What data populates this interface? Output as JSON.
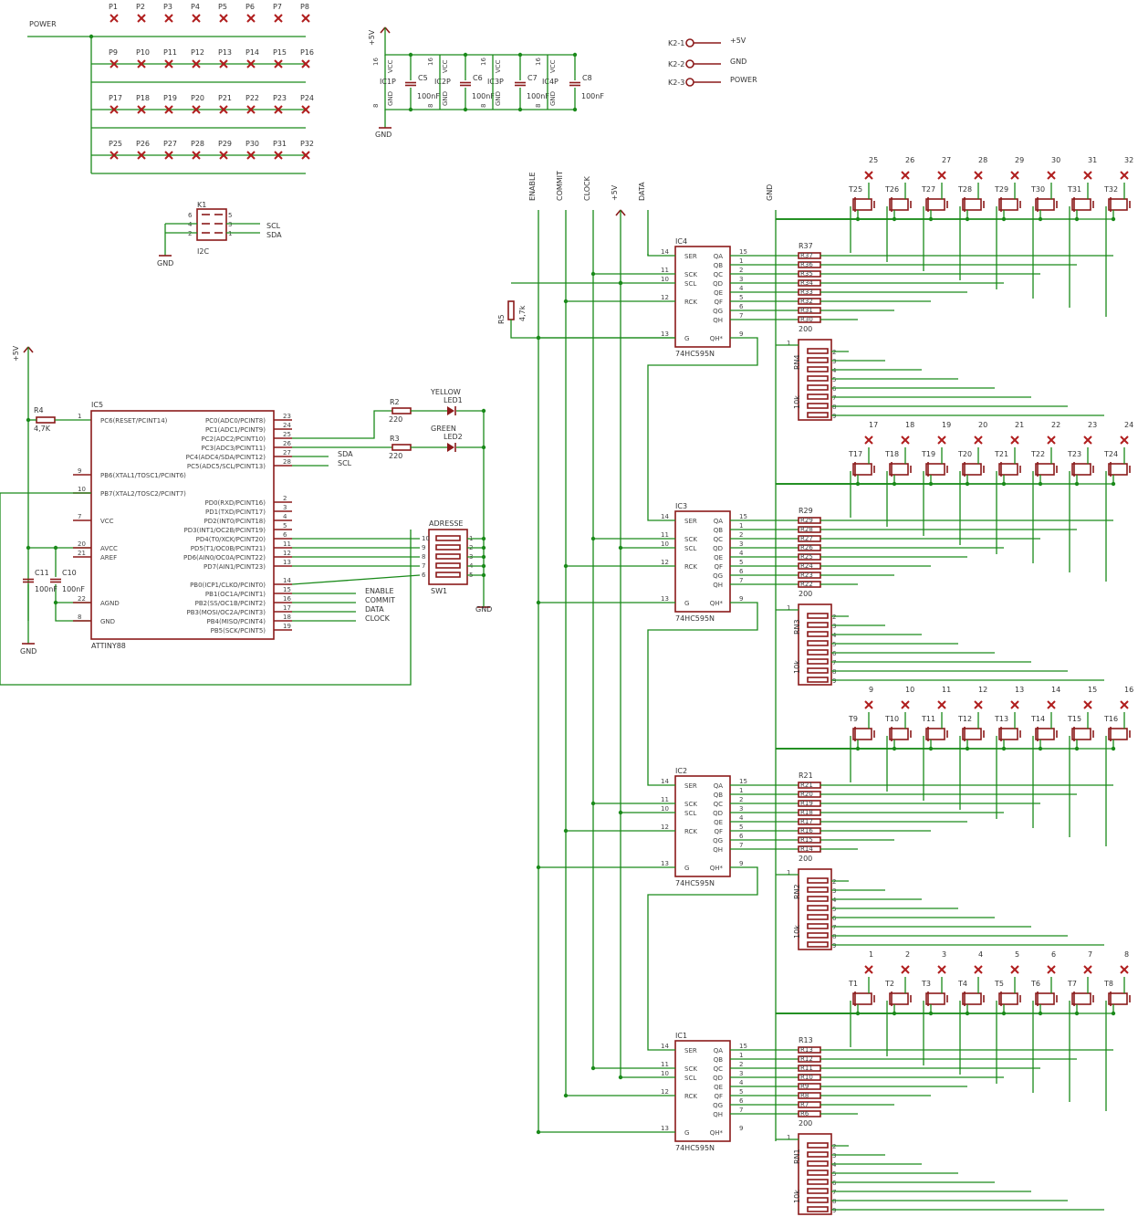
{
  "colors": {
    "wire": "#1a8a1a",
    "part": "#8b1a1a",
    "text": "#333333",
    "background": "#ffffff"
  },
  "power_net": {
    "label": "POWER"
  },
  "pads": [
    "P1",
    "P2",
    "P3",
    "P4",
    "P5",
    "P6",
    "P7",
    "P8",
    "P9",
    "P10",
    "P11",
    "P12",
    "P13",
    "P14",
    "P15",
    "P16",
    "P17",
    "P18",
    "P19",
    "P20",
    "P21",
    "P22",
    "P23",
    "P24",
    "P25",
    "P26",
    "P27",
    "P28",
    "P29",
    "P30",
    "P31",
    "P32"
  ],
  "decoupling": {
    "supply": "+5V",
    "ground": "GND",
    "ics": [
      "IC1P",
      "IC2P",
      "IC3P",
      "IC4P"
    ],
    "caps": [
      "C5",
      "C6",
      "C7",
      "C8"
    ],
    "cap_value": "100nF",
    "pin_top": "16",
    "pin_bottom": "8",
    "pin_vcc": "VCC",
    "pin_gnd": "GND"
  },
  "connector_k2": [
    {
      "pin": "K2-1",
      "net": "+5V"
    },
    {
      "pin": "K2-2",
      "net": "GND"
    },
    {
      "pin": "K2-3",
      "net": "POWER"
    }
  ],
  "i2c": {
    "ref": "K1",
    "name": "I2C",
    "pins_left": [
      "6",
      "4",
      "2"
    ],
    "pins_right": [
      "5",
      "3",
      "1"
    ],
    "nets": [
      "SCL",
      "SDA"
    ],
    "ground": "GND"
  },
  "mcu": {
    "ref": "IC5",
    "name": "ATTINY88",
    "supply": "+5V",
    "ground": "GND",
    "r4": {
      "ref": "R4",
      "value": "4,7K"
    },
    "c11": {
      "ref": "C11",
      "value": "100nF"
    },
    "c10": {
      "ref": "C10",
      "value": "100nF"
    },
    "left_pins": [
      {
        "num": "1",
        "name": "PC6(RESET/PCINT14)"
      },
      {
        "num": "9",
        "name": "PB6(XTAL1/TOSC1/PCINT6)"
      },
      {
        "num": "10",
        "name": "PB7(XTAL2/TOSC2/PCINT7)"
      },
      {
        "num": "7",
        "name": "VCC"
      },
      {
        "num": "20",
        "name": "AVCC"
      },
      {
        "num": "21",
        "name": "AREF"
      },
      {
        "num": "22",
        "name": "AGND"
      },
      {
        "num": "8",
        "name": "GND"
      }
    ],
    "right_pins": [
      {
        "num": "23",
        "name": "PC0(ADC0/PCINT8)"
      },
      {
        "num": "24",
        "name": "PC1(ADC1/PCINT9)"
      },
      {
        "num": "25",
        "name": "PC2(ADC2/PCINT10)"
      },
      {
        "num": "26",
        "name": "PC3(ADC3/PCINT11)"
      },
      {
        "num": "27",
        "name": "PC4(ADC4/SDA/PCINT12)"
      },
      {
        "num": "28",
        "name": "PC5(ADC5/SCL/PCINT13)"
      },
      {
        "num": "2",
        "name": "PD0(RXD/PCINT16)"
      },
      {
        "num": "3",
        "name": "PD1(TXD/PCINT17)"
      },
      {
        "num": "4",
        "name": "PD2(INT0/PCINT18)"
      },
      {
        "num": "5",
        "name": "PD3(INT1/OC2B/PCINT19)"
      },
      {
        "num": "6",
        "name": "PD4(T0/XCK/PCINT20)"
      },
      {
        "num": "11",
        "name": "PD5(T1/OC0B/PCINT21)"
      },
      {
        "num": "12",
        "name": "PD6(AIN0/OC0A/PCINT22)"
      },
      {
        "num": "13",
        "name": "PD7(AIN1/PCINT23)"
      },
      {
        "num": "14",
        "name": "PB0(ICP1/CLKO/PCINT0)"
      },
      {
        "num": "15",
        "name": "PB1(OC1A/PCINT1)"
      },
      {
        "num": "16",
        "name": "PB2(SS/OC1B/PCINT2)"
      },
      {
        "num": "17",
        "name": "PB3(MOSI/OC2A/PCINT3)"
      },
      {
        "num": "18",
        "name": "PB4(MISO/PCINT4)"
      },
      {
        "num": "19",
        "name": "PB5(SCK/PCINT5)"
      }
    ],
    "net_labels": [
      "SDA",
      "SCL",
      "ENABLE",
      "COMMIT",
      "DATA",
      "CLOCK"
    ]
  },
  "leds": [
    {
      "ref": "LED1",
      "color": "YELLOW",
      "resistor": "R2",
      "value": "220"
    },
    {
      "ref": "LED2",
      "color": "GREEN",
      "resistor": "R3",
      "value": "220"
    }
  ],
  "dip_switch": {
    "ref": "SW1",
    "name": "ADRESSE",
    "left_pins": [
      "10",
      "9",
      "8",
      "7",
      "6"
    ],
    "right_pins": [
      "1",
      "2",
      "3",
      "4",
      "5"
    ],
    "ground": "GND"
  },
  "bus": {
    "labels": [
      "ENABLE",
      "COMMIT",
      "CLOCK",
      "+5V",
      "DATA",
      "GND"
    ],
    "r5": {
      "ref": "R5",
      "value": "4,7k"
    }
  },
  "shift_chip": {
    "type": "74HC595N",
    "left_pins": [
      {
        "num": "14",
        "name": "SER"
      },
      {
        "num": "11",
        "name": "SCK"
      },
      {
        "num": "10",
        "name": "SCL"
      },
      {
        "num": "12",
        "name": "RCK"
      },
      {
        "num": "13",
        "name": "G"
      }
    ],
    "outputs": [
      "QA",
      "QB",
      "QC",
      "QD",
      "QE",
      "QF",
      "QG",
      "QH"
    ],
    "output_pins": [
      "15",
      "1",
      "2",
      "3",
      "4",
      "5",
      "6",
      "7"
    ],
    "qh_prime": "QH*",
    "qh_prime_pin": "9",
    "array_value": "200",
    "network_value": "10k",
    "network_pins": [
      "1",
      "2",
      "3",
      "4",
      "5",
      "6",
      "7",
      "8",
      "9"
    ]
  },
  "stages": [
    {
      "ic": "IC4",
      "rarr": "R37",
      "rn": "RN4",
      "res": [
        "R37",
        "R36",
        "R35",
        "R34",
        "R33",
        "R32",
        "R31",
        "R30"
      ],
      "fets": [
        "T25",
        "T26",
        "T27",
        "T28",
        "T29",
        "T30",
        "T31",
        "T32"
      ],
      "outs": [
        "25",
        "26",
        "27",
        "28",
        "29",
        "30",
        "31",
        "32"
      ]
    },
    {
      "ic": "IC3",
      "rarr": "R29",
      "rn": "RN3",
      "res": [
        "R29",
        "R28",
        "R27",
        "R26",
        "R25",
        "R24",
        "R23",
        "R22"
      ],
      "fets": [
        "T17",
        "T18",
        "T19",
        "T20",
        "T21",
        "T22",
        "T23",
        "T24"
      ],
      "outs": [
        "17",
        "18",
        "19",
        "20",
        "21",
        "22",
        "23",
        "24"
      ]
    },
    {
      "ic": "IC2",
      "rarr": "R21",
      "rn": "RN2",
      "res": [
        "R21",
        "R20",
        "R19",
        "R18",
        "R17",
        "R16",
        "R15",
        "R14"
      ],
      "fets": [
        "T9",
        "T10",
        "T11",
        "T12",
        "T13",
        "T14",
        "T15",
        "T16"
      ],
      "outs": [
        "9",
        "10",
        "11",
        "12",
        "13",
        "14",
        "15",
        "16"
      ]
    },
    {
      "ic": "IC1",
      "rarr": "R13",
      "rn": "RN1",
      "res": [
        "R13",
        "R12",
        "R11",
        "R10",
        "R9",
        "R8",
        "R7",
        "R6"
      ],
      "fets": [
        "T1",
        "T2",
        "T3",
        "T4",
        "T5",
        "T6",
        "T7",
        "T8"
      ],
      "outs": [
        "1",
        "2",
        "3",
        "4",
        "5",
        "6",
        "7",
        "8"
      ]
    }
  ]
}
